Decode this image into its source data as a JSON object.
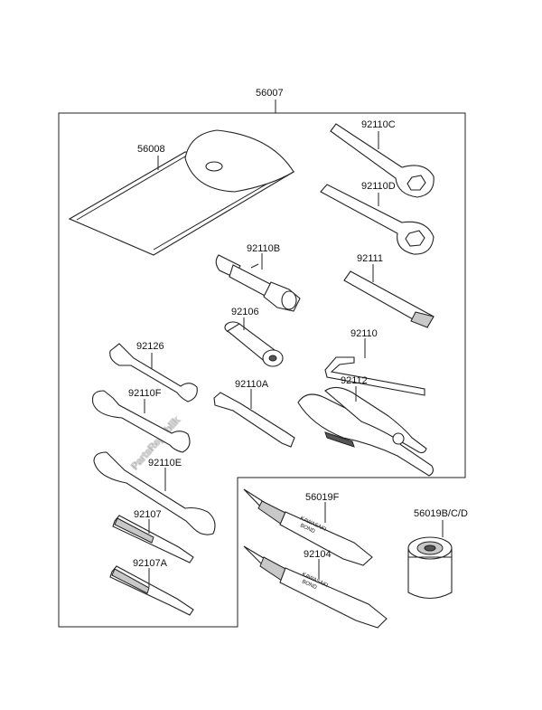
{
  "watermark": "PartsRepublik",
  "labels": {
    "kit": "56007",
    "pouch": "56008",
    "ring_wrench_c": "92110C",
    "ring_wrench_d": "92110D",
    "box_spanner_b": "92110B",
    "bar_92111": "92111",
    "adapter_92106": "92106",
    "hex_key": "92110",
    "wrench_92126": "92126",
    "pliers": "92112",
    "wrench_f": "92110F",
    "tool_a": "92110A",
    "wrench_e": "92110E",
    "screwdriver_92107": "92107",
    "screwdriver_a": "92107A",
    "bond_f": "56019F",
    "bond_can": "56019B/C/D",
    "bond_92104": "92104"
  },
  "tube_text": {
    "brand": "KAWASAKI",
    "word": "BOND"
  }
}
